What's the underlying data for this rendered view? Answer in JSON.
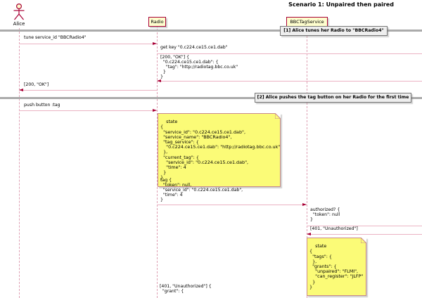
{
  "title": "Scenario 1: Unpaired then paired",
  "participants": {
    "alice": "Alice",
    "radio": "Radio",
    "tagservice": "BBCTagService"
  },
  "dividers": {
    "d1": "[1] Alice tunes her Radio to \"BBCRadio4\"",
    "d2": "[2] Alice pushes the tag button on her Radio for the first time"
  },
  "messages": {
    "tune": "tune service_id \"BBCRadio4\"",
    "get_key": "get key \"0.c224.ce15.ce1.dab\"",
    "ok_key": "[200, \"OK\"] {\n  \"0.c224.ce15.ce1.dab\": {\n    \"tag\": \"http://radiotag.bbc.co.uk\"\n  }\n}",
    "ok": "[200, \"OK\"]",
    "push_button": "push button :tag",
    "tag": "tag {\n  \"token\": null,\n  \"service_id\": \"0.c224.ce15.ce1.dab\",\n  \"time\": 4\n}",
    "authorized": "authorized? {\n  \"token\": null\n}",
    "unauthorized": "[401, \"Unauthorized\"]",
    "unauthorized_grant": "[401, \"Unauthorized\"] {\n  \"grant\": {"
  },
  "notes": {
    "radio_state": "state\n{\n  \"service_id\": \"0.c224.ce15.ce1.dab\",\n  \"service_name\": \"BBCRadio4\",\n  \"tag_service\": {\n    \"0.c224.ce15.ce1.dab\": \"http://radiotag.bbc.co.uk\"\n  },\n  \"current_tag\": {\n    \"service_id\": \"0.c224.ce15.ce1.dab\",\n    \"time\": 4\n  }\n}",
    "service_state": "state\n{\n  \"tags\": {\n  },\n  \"grants\": {\n    \"unpaired\": \"FLMI\",\n    \"can_register\": \"JLFP\"\n  }\n}"
  },
  "colors": {
    "accent": "#A80036",
    "participant_fill": "#FEFECE",
    "note_fill": "#FBFB77",
    "message_line": "#EBB3C3",
    "divider_gray": "#ABABAB"
  }
}
